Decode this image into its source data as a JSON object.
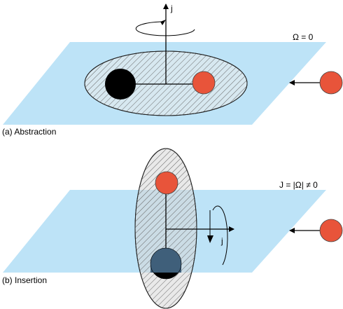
{
  "panel_a": {
    "caption": "(a) Abstraction",
    "axis_label": "j",
    "condition": "Ω = 0"
  },
  "panel_b": {
    "caption": "(b) Insertion",
    "axis_label": "j",
    "condition": "J = |Ω| ≠ 0"
  },
  "colors": {
    "plane": "#bde3f7",
    "red_particle": "#e8543a",
    "black_particle": "#000000",
    "blended_particle": "#3f5f7a",
    "disk_hatch": "#555555"
  }
}
